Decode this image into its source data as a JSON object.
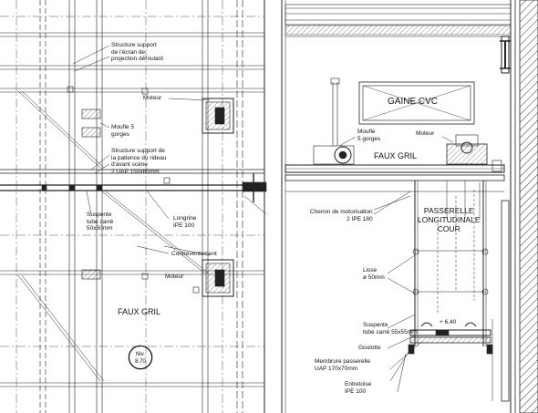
{
  "left_plan": {
    "labels": {
      "structure_ecran": [
        "Structure support",
        "de l'écran de",
        "projection déroulant"
      ],
      "moteur": "Moteur",
      "moufle": [
        "Moufle 5",
        "gorges"
      ],
      "structure_rideau": [
        "Structure support de",
        "la patience du rideau",
        "d'avant scène",
        "2 UAP 150x65mm"
      ],
      "suspente": [
        "Suspente",
        "tube carré",
        "50x50mm"
      ],
      "longrine": [
        "Longrine",
        "IPE 100"
      ],
      "contreventement": "Contreventement",
      "moteur2": "Moteur",
      "faux_gril": "FAUX GRIL",
      "niveau": [
        "Niv.",
        "8.70"
      ]
    }
  },
  "right_section": {
    "labels": {
      "gaine": "GAINE CVC",
      "moufle": [
        "Moufle",
        "5 gorges"
      ],
      "moteur": "Moteur",
      "faux_gril": "FAUX GRIL",
      "chemin": [
        "Chemin de motorisation",
        "2 IPE 180"
      ],
      "passerelle": [
        "PASSERELLE",
        "LONGITUDINALE",
        "COUR"
      ],
      "lisse": [
        "Lisse",
        "ø 50mm"
      ],
      "suspente": [
        "Suspente",
        "tube carré 55x55mm"
      ],
      "goulotte": "Goulotte",
      "membrure": [
        "Membrure passerelle",
        "UAP 170x70mm"
      ],
      "entretoise": [
        "Entretoise",
        "IPE 100"
      ],
      "cote": "+ 6.40"
    }
  }
}
